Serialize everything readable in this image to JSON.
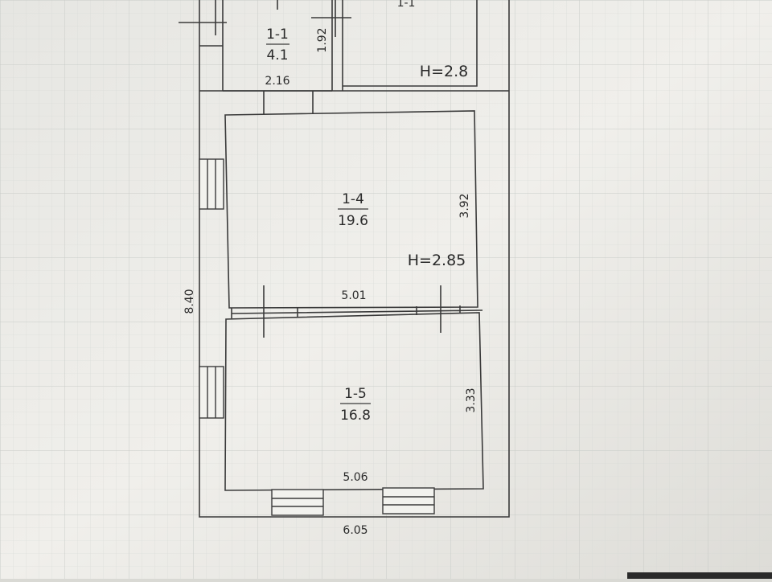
{
  "plan": {
    "overall_height": "8.40",
    "overall_width": "6.05",
    "upper_height": "Н=2.8",
    "upper_partial_label": "1-1",
    "rooms": [
      {
        "id": "1-1",
        "area": "4.1",
        "width": "2.16",
        "length": "1.92"
      },
      {
        "id": "1-4",
        "area": "19.6",
        "width": "5.01",
        "length": "3.92",
        "height": "Н=2.85"
      },
      {
        "id": "1-5",
        "area": "16.8",
        "width": "5.06",
        "length": "3.33"
      }
    ]
  },
  "colors": {
    "paper": "#efeeea",
    "line": "#3a3a3a",
    "grid": "#c9cdc9"
  }
}
